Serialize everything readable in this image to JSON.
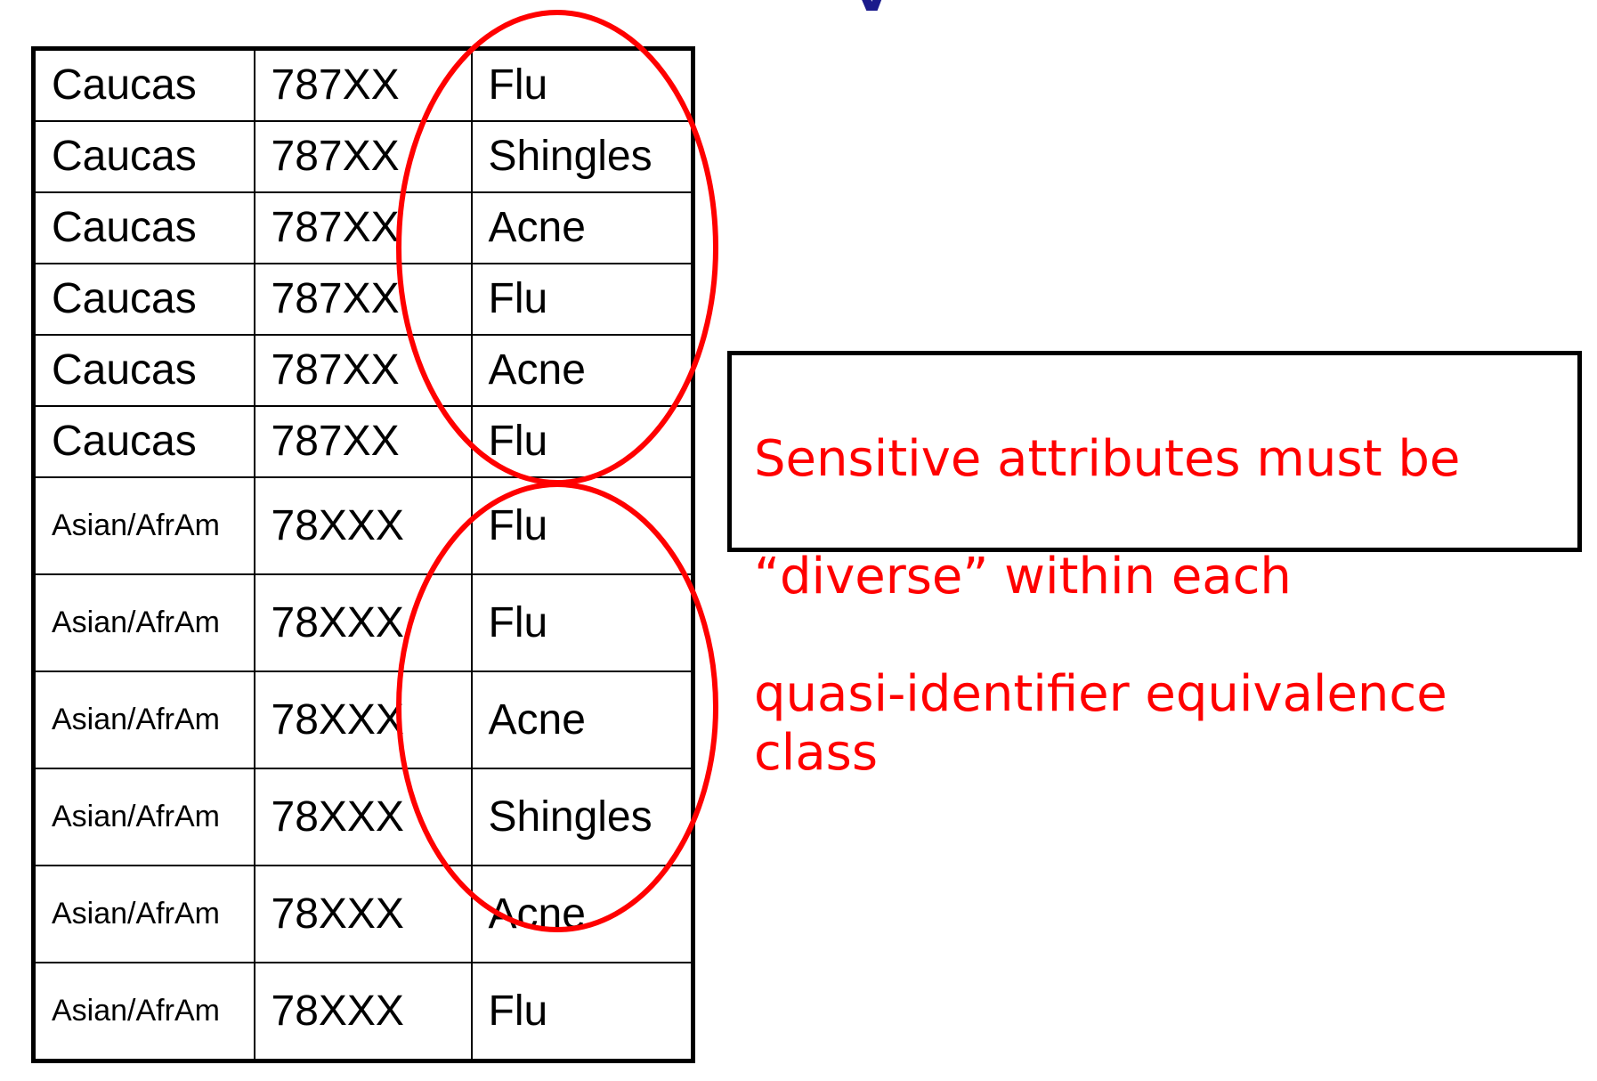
{
  "title_fragment": "y",
  "table": {
    "rows": [
      {
        "race": "Caucas",
        "zip": "787XX",
        "disease": "Flu"
      },
      {
        "race": "Caucas",
        "zip": "787XX",
        "disease": "Shingles"
      },
      {
        "race": "Caucas",
        "zip": "787XX",
        "disease": "Acne"
      },
      {
        "race": "Caucas",
        "zip": "787XX",
        "disease": "Flu"
      },
      {
        "race": "Caucas",
        "zip": "787XX",
        "disease": "Acne"
      },
      {
        "race": "Caucas",
        "zip": "787XX",
        "disease": "Flu"
      },
      {
        "race": "Asian/AfrAm",
        "zip": "78XXX",
        "disease": "Flu"
      },
      {
        "race": "Asian/AfrAm",
        "zip": "78XXX",
        "disease": "Flu"
      },
      {
        "race": "Asian/AfrAm",
        "zip": "78XXX",
        "disease": "Acne"
      },
      {
        "race": "Asian/AfrAm",
        "zip": "78XXX",
        "disease": "Shingles"
      },
      {
        "race": "Asian/AfrAm",
        "zip": "78XXX",
        "disease": "Acne"
      },
      {
        "race": "Asian/AfrAm",
        "zip": "78XXX",
        "disease": "Flu"
      }
    ]
  },
  "callout": {
    "lines": [
      "Sensitive attributes must be",
      "“diverse” within each",
      "quasi-identifier equivalence class"
    ]
  },
  "colors": {
    "accent": "#ff0000",
    "title": "#1a1a8c",
    "text": "#000000"
  }
}
